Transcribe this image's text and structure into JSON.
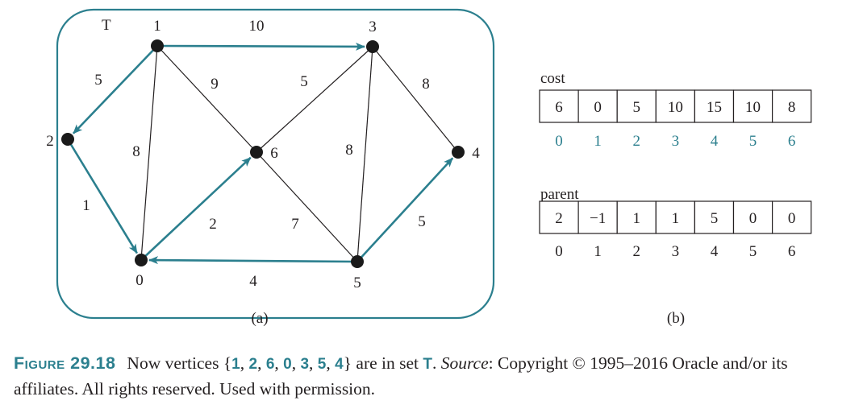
{
  "diagram": {
    "set_label": "T",
    "subfig_a": "(a)",
    "subfig_b": "(b)",
    "colors": {
      "tree": "#2b7f8e",
      "edge": "#231f20",
      "border": "#2b7f8e"
    },
    "vertices": [
      "0",
      "1",
      "2",
      "3",
      "4",
      "5",
      "6"
    ],
    "edges": [
      {
        "from": "1",
        "to": "3",
        "weight": "10",
        "tree": true
      },
      {
        "from": "1",
        "to": "2",
        "weight": "5",
        "tree": true
      },
      {
        "from": "2",
        "to": "0",
        "weight": "1",
        "tree": true
      },
      {
        "from": "0",
        "to": "6",
        "weight": "2",
        "tree": true
      },
      {
        "from": "5",
        "to": "0",
        "weight": "4",
        "tree": true
      },
      {
        "from": "5",
        "to": "4",
        "weight": "5",
        "tree": true
      },
      {
        "from": "1",
        "to": "6",
        "weight": "9",
        "tree": false
      },
      {
        "from": "1",
        "to": "0",
        "weight": "8",
        "tree": false
      },
      {
        "from": "6",
        "to": "3",
        "weight": "5",
        "tree": false
      },
      {
        "from": "3",
        "to": "4",
        "weight": "8",
        "tree": false
      },
      {
        "from": "3",
        "to": "5",
        "weight": "8",
        "tree": false
      },
      {
        "from": "6",
        "to": "5",
        "weight": "7",
        "tree": false
      }
    ]
  },
  "cost_array": {
    "title": "cost",
    "values": [
      "6",
      "0",
      "5",
      "10",
      "15",
      "10",
      "8"
    ],
    "indices": [
      "0",
      "1",
      "2",
      "3",
      "4",
      "5",
      "6"
    ]
  },
  "parent_array": {
    "title": "parent",
    "values": [
      "2",
      "−1",
      "1",
      "1",
      "5",
      "0",
      "0"
    ],
    "indices": [
      "0",
      "1",
      "2",
      "3",
      "4",
      "5",
      "6"
    ]
  },
  "caption": {
    "label": "Figure 29.18",
    "text_before": "Now vertices {",
    "set_items": [
      "1",
      "2",
      "6",
      "0",
      "3",
      "5",
      "4"
    ],
    "text_middle": "} are in set ",
    "set_name": "T",
    "text_after_set": ". ",
    "source_label": "Source",
    "source_text": ": Copyright © 1995–2016 Oracle and/or its affiliates. All rights reserved. Used with permission."
  }
}
